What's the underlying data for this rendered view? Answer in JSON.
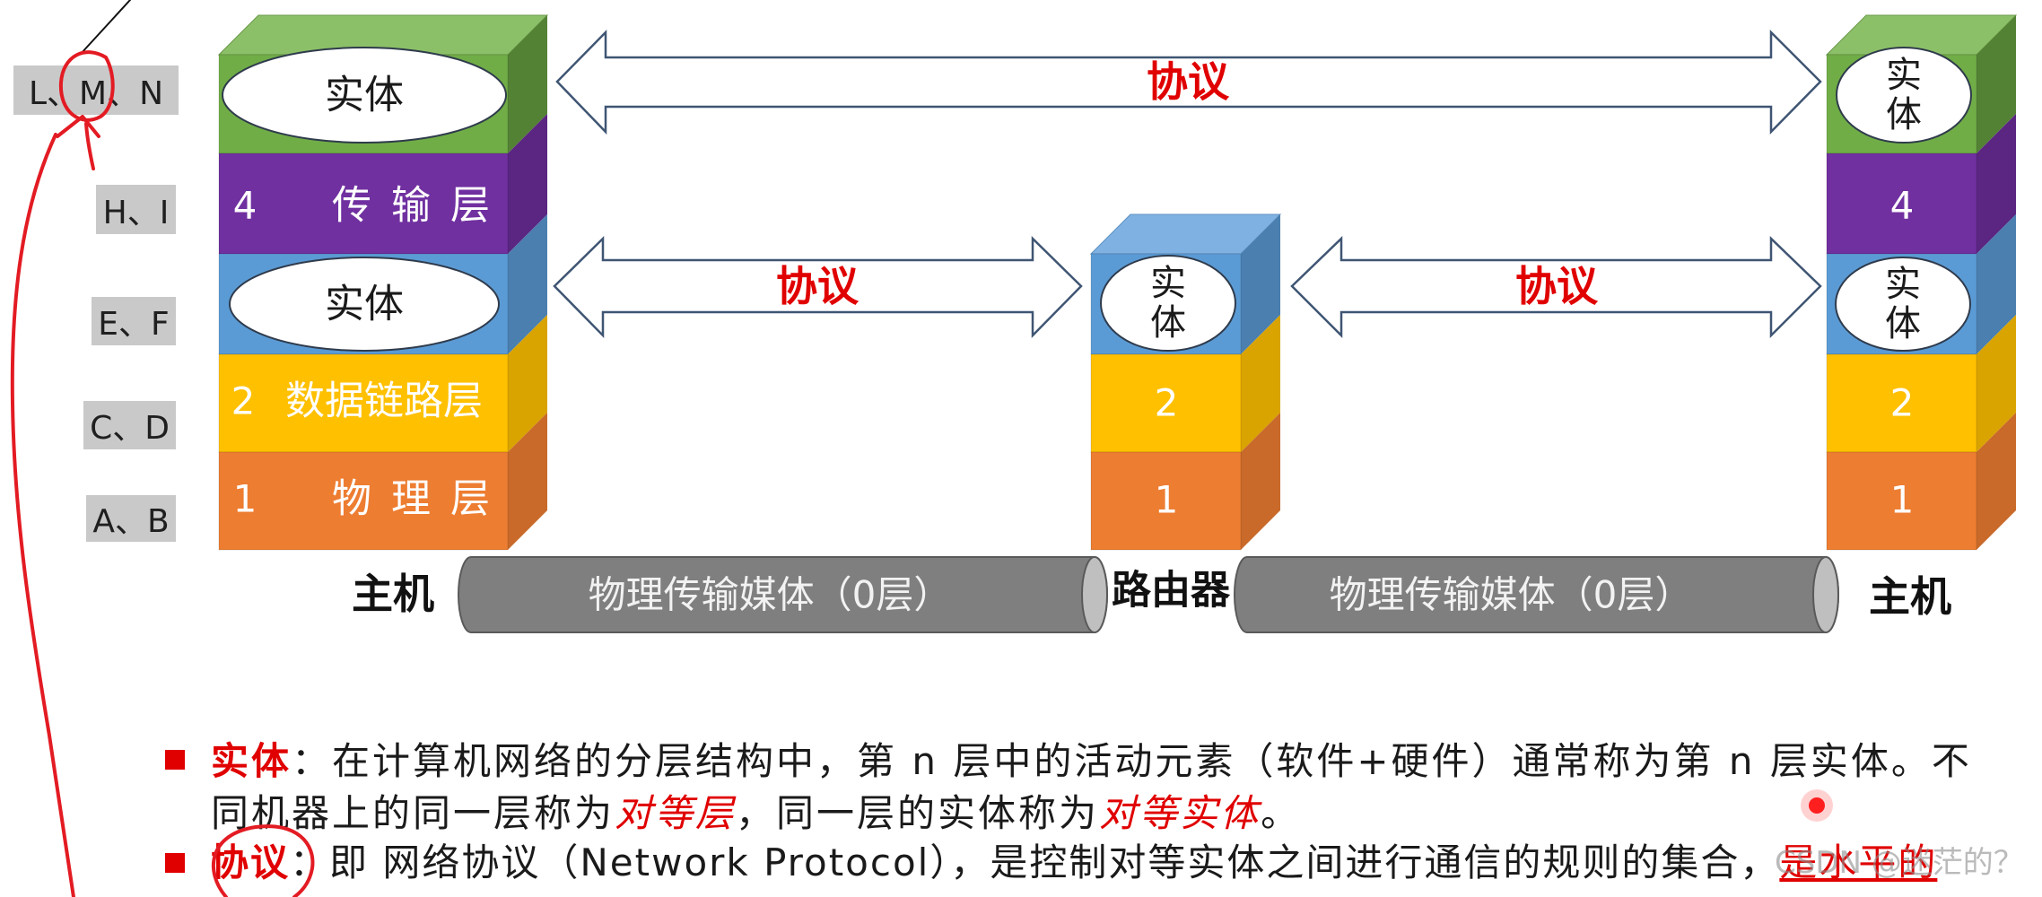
{
  "layer_labels": [
    "L、M、N",
    "H、I",
    "E、F",
    "C、D",
    "A、B"
  ],
  "left_host": {
    "caption": "主机",
    "entity_top": "实体",
    "entity_mid": "实体",
    "layer4_num": "4",
    "layer4_name": "传 输 层",
    "layer2_num": "2",
    "layer2_name": "数据链路层",
    "layer1_num": "1",
    "layer1_name": "物 理 层"
  },
  "router": {
    "caption": "路由器",
    "entity": "实体",
    "layer2_num": "2",
    "layer1_num": "1"
  },
  "right_host": {
    "caption": "主机",
    "entity_top": "实体",
    "entity_mid": "实体",
    "layer4_num": "4",
    "layer2_num": "2",
    "layer1_num": "1"
  },
  "protocols": {
    "top": "协议",
    "left": "协议",
    "right": "协议"
  },
  "media": {
    "left": "物理传输媒体（0层）",
    "right": "物理传输媒体（0层）"
  },
  "notes": {
    "entity": {
      "term": "实体",
      "text1": "：在计算机网络的分层结构中，第 n 层中的活动元素（软件+硬件）通常称为第 n 层实体。不",
      "text2a": "同机器上的同一层称为",
      "peer_layer": "对等层",
      "text2b": "，同一层的实体称为",
      "peer_entity": "对等实体",
      "text2c": "。"
    },
    "protocol": {
      "term": "协议",
      "text": "：即 网络协议（Network Protocol），是控制对等实体之间进行通信的规则的集合，",
      "emphasis": "是水平的"
    }
  },
  "watermark": "CSDN @迷茫的？",
  "colors": {
    "accent_red": "#E00000",
    "green_layer": "#70AD47",
    "purple_layer": "#7030A0",
    "blue_layer": "#5B9BD5",
    "yellow_layer": "#FFC000",
    "orange_layer": "#ED7D31",
    "medium_grey": "#7F7F7F",
    "arrow_outline": "#3F5573"
  }
}
